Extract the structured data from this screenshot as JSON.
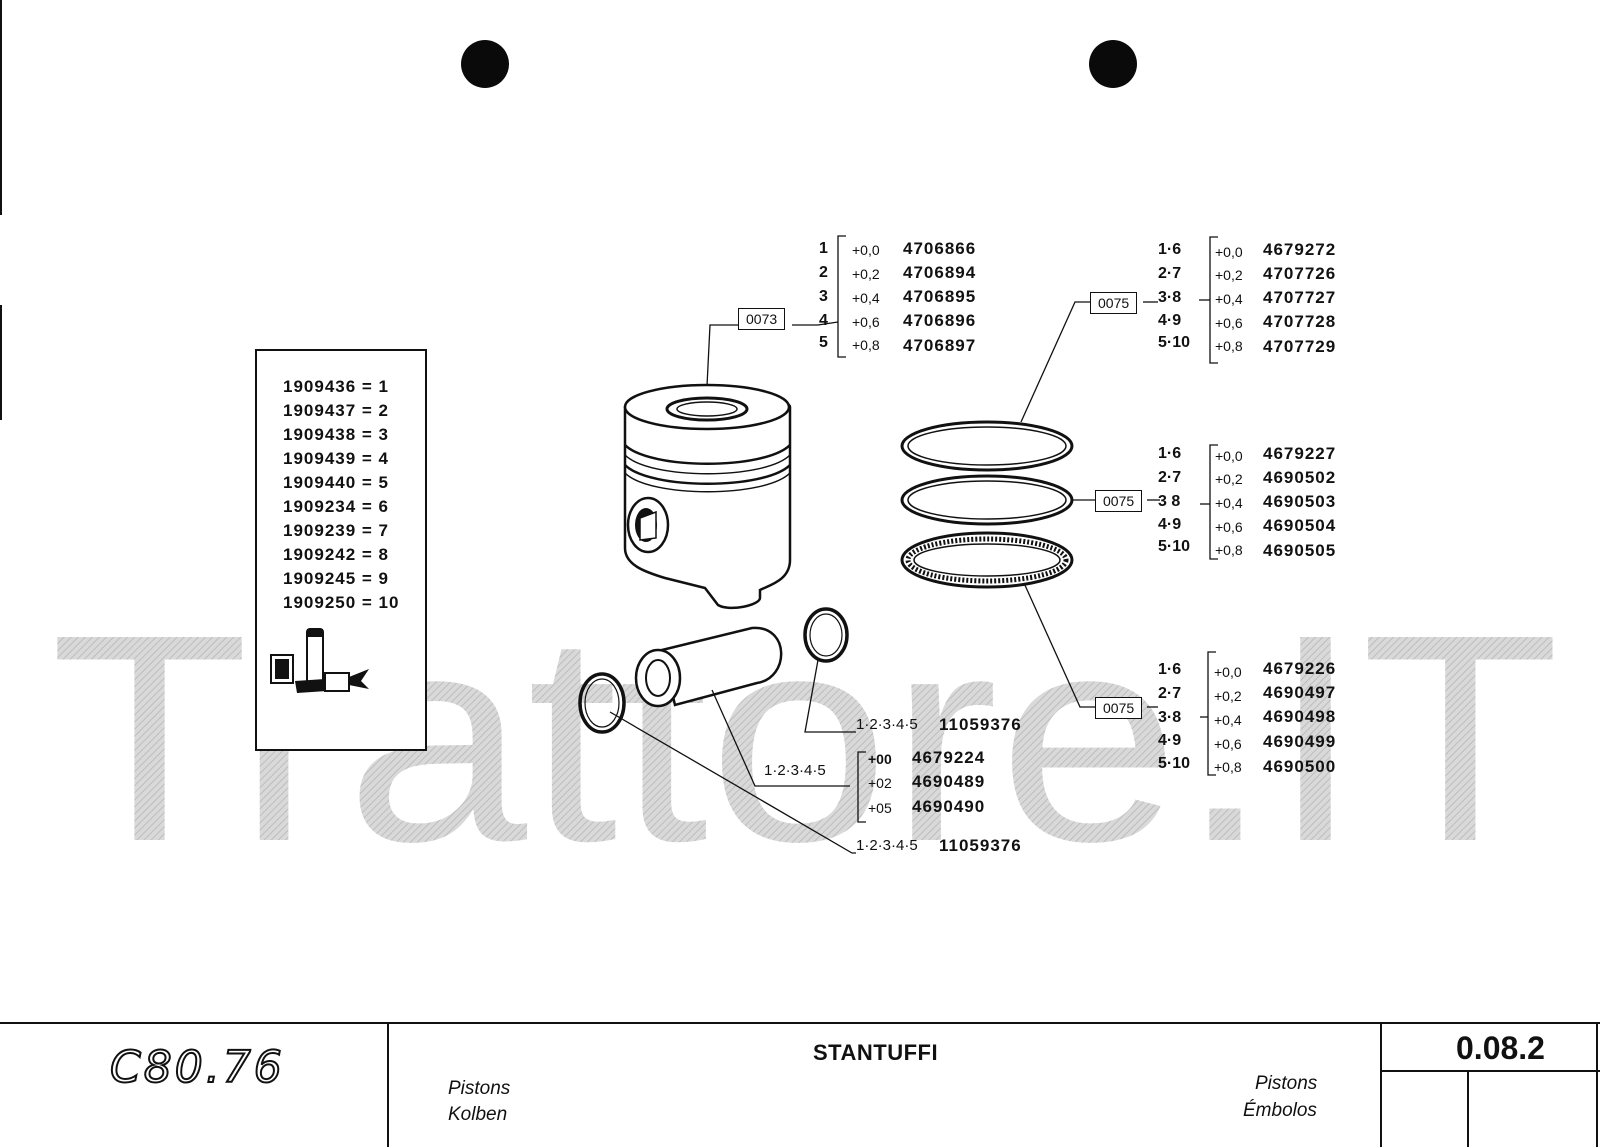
{
  "legend": [
    "1909436 = 1",
    "1909437 = 2",
    "1909438 = 3",
    "1909439 = 4",
    "1909440 = 5",
    "1909234 = 6",
    "1909239 = 7",
    "1909242 = 8",
    "1909245 = 9",
    "1909250 = 10"
  ],
  "watermark": "Trattore.IT",
  "piston_group": {
    "ref": "0073",
    "rows": [
      {
        "pos": "1",
        "size": "+0,0",
        "part": "4706866"
      },
      {
        "pos": "2",
        "size": "+0,2",
        "part": "4706894"
      },
      {
        "pos": "3",
        "size": "+0,4",
        "part": "4706895"
      },
      {
        "pos": "4",
        "size": "+0,6",
        "part": "4706896"
      },
      {
        "pos": "5",
        "size": "+0,8",
        "part": "4706897"
      }
    ]
  },
  "ring_group_1": {
    "ref": "0075",
    "rows": [
      {
        "pos": "1·6",
        "size": "+0,0",
        "part": "4679272"
      },
      {
        "pos": "2·7",
        "size": "+0,2",
        "part": "4707726"
      },
      {
        "pos": "3·8",
        "size": "+0,4",
        "part": "4707727"
      },
      {
        "pos": "4·9",
        "size": "+0,6",
        "part": "4707728"
      },
      {
        "pos": "5·10",
        "size": "+0,8",
        "part": "4707729"
      }
    ]
  },
  "ring_group_2": {
    "ref": "0075",
    "rows": [
      {
        "pos": "1·6",
        "size": "+0,0",
        "part": "4679227"
      },
      {
        "pos": "2·7",
        "size": "+0,2",
        "part": "4690502"
      },
      {
        "pos": "3 8",
        "size": "+0,4",
        "part": "4690503"
      },
      {
        "pos": "4·9",
        "size": "+0,6",
        "part": "4690504"
      },
      {
        "pos": "5·10",
        "size": "+0,8",
        "part": "4690505"
      }
    ]
  },
  "ring_group_3": {
    "ref": "0075",
    "rows": [
      {
        "pos": "1·6",
        "size": "+0,0",
        "part": "4679226"
      },
      {
        "pos": "2·7",
        "size": "+0,2",
        "part": "4690497"
      },
      {
        "pos": "3·8",
        "size": "+0,4",
        "part": "4690498"
      },
      {
        "pos": "4·9",
        "size": "+0,6",
        "part": "4690499"
      },
      {
        "pos": "5·10",
        "size": "+0,8",
        "part": "4690500"
      }
    ]
  },
  "circlip_top": {
    "pos": "1·2·3·4·5",
    "part": "11059376"
  },
  "circlip_bottom": {
    "pos": "1·2·3·4·5",
    "part": "11059376"
  },
  "pin_group": {
    "pos": "1·2·3·4·5",
    "rows": [
      {
        "size": "+00",
        "part": "4679224"
      },
      {
        "size": "+02",
        "part": "4690489"
      },
      {
        "size": "+05",
        "part": "4690490"
      }
    ]
  },
  "footer": {
    "model": "C80.76",
    "title": "STANTUFFI",
    "left_line1": "Pistons",
    "left_line2": "Kolben",
    "right_line1": "Pistons",
    "right_line2": "Émbolos",
    "page_code": "0.08.2"
  }
}
